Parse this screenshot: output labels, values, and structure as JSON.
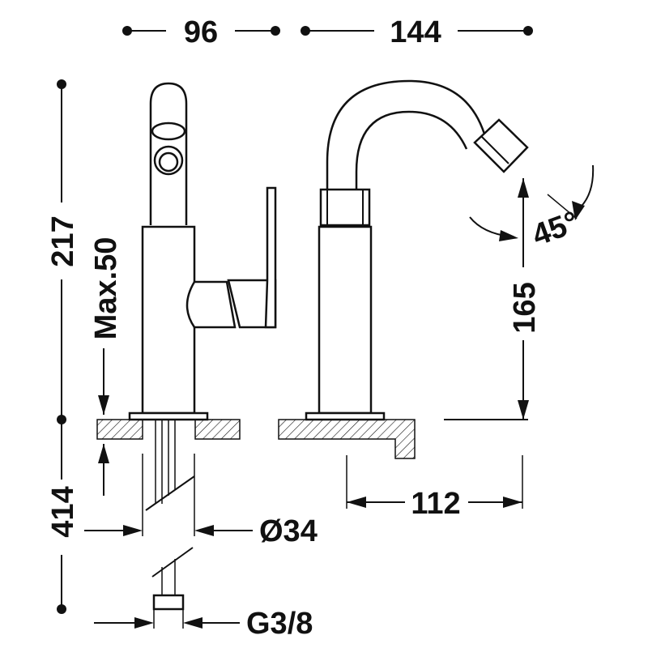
{
  "dimensions": {
    "top_left_width": "96",
    "top_right_width": "144",
    "total_height": "217",
    "below_counter": "414",
    "max_thickness": "Max.50",
    "spout_height": "165",
    "spout_reach": "112",
    "swivel_angle": "45°",
    "tail_diameter": "Ø34",
    "thread": "G3/8"
  },
  "colors": {
    "line": "#111111",
    "hatch": "#111111",
    "background": "#ffffff"
  }
}
